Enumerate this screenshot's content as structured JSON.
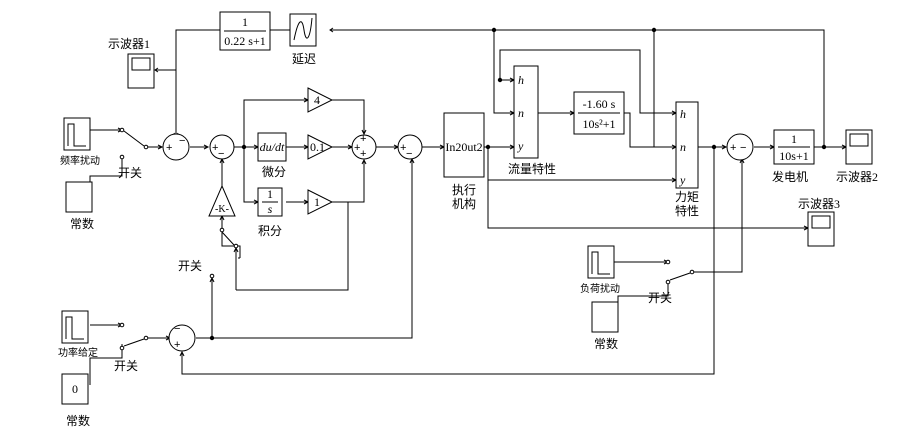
{
  "blocks": {
    "freq_disturbance": "频率扰动",
    "switch": "开关",
    "constant": "常数",
    "power_setpoint": "功率给定",
    "zero_value": "0",
    "scope1": "示波器1",
    "scope2": "示波器2",
    "scope3": "示波器3",
    "delay_label": "延迟",
    "feedback_num": "1",
    "feedback_den": "0.22 s+1",
    "deriv_label": "微分",
    "deriv_block": "du/dt",
    "integ_label": "积分",
    "integ_num": "1",
    "integ_den": "s",
    "gain_k": "-K-",
    "gain_4": "4",
    "gain_01": "0.1",
    "gain_1": "1",
    "actuator_block": "In20ut2",
    "actuator_label_1": "执行",
    "actuator_label_2": "机构",
    "flow_label": "流量特性",
    "port_h": "h",
    "port_n": "n",
    "port_y": "y",
    "tf_num": "-1.60 s",
    "tf_den": "10s²+1",
    "torque_label_1": "力矩",
    "torque_label_2": "特性",
    "gen_num": "1",
    "gen_den": "10s+1",
    "gen_label": "发电机",
    "load_disturbance": "负荷扰动",
    "sign_plus": "+",
    "sign_minus": "−"
  }
}
